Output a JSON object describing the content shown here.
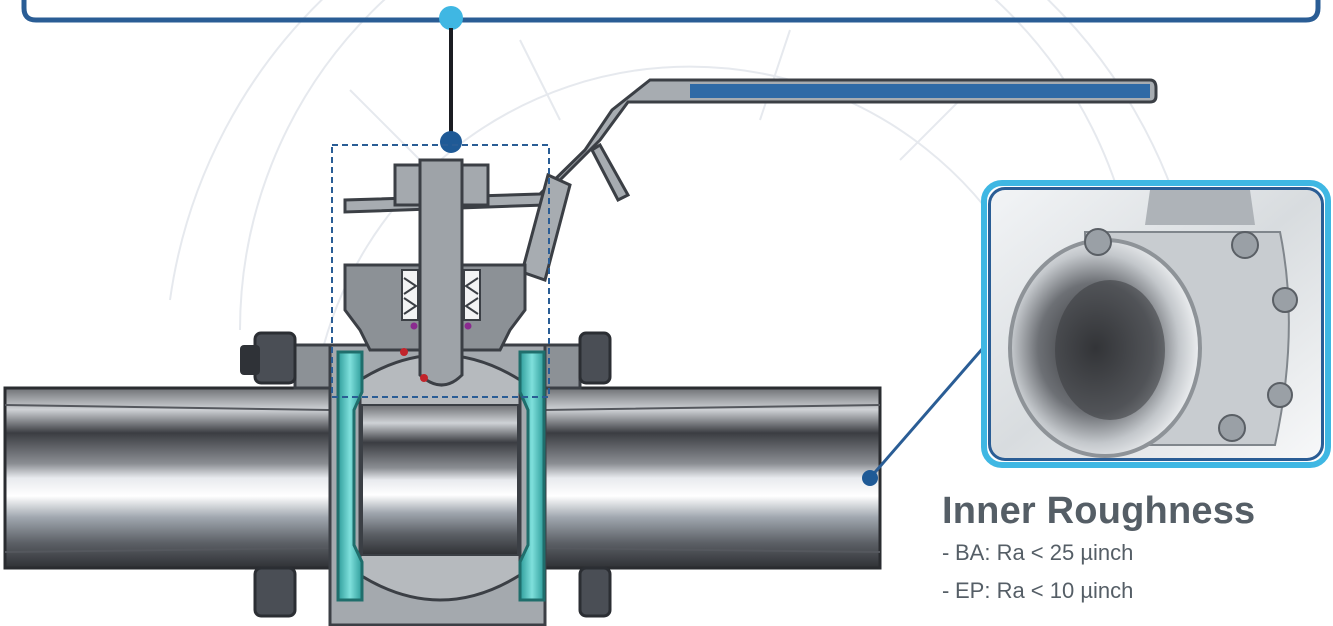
{
  "callout": {
    "title": "Inner Roughness",
    "specs": [
      "BA: Ra < 25 µinch",
      "EP: Ra < 10 µinch"
    ]
  },
  "colors": {
    "frame_blue": "#2a5d95",
    "accent_cyan": "#3fb7e3",
    "seal_teal": "#5cc8c4",
    "steel_gray": "#9aa0a6",
    "text_gray": "#555e66"
  }
}
